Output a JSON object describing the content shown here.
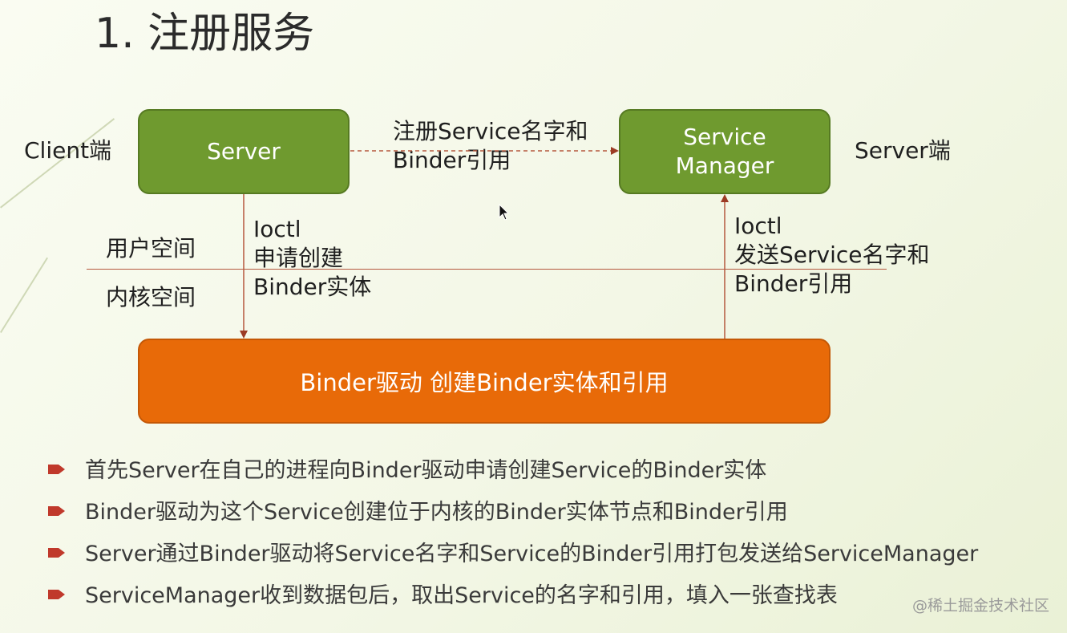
{
  "title": "1. 注册服务",
  "diagram": {
    "client_side_label": "Client端",
    "server_side_label": "Server端",
    "server_box": "Server",
    "service_manager_box": [
      "Service",
      "Manager"
    ],
    "binder_driver_box": "Binder驱动 创建Binder实体和引用",
    "register_arrow_label": [
      "注册Service名字和",
      "Binder引用"
    ],
    "user_space_label": "用户空间",
    "kernel_space_label": "内核空间",
    "left_ioctl_label": [
      "Ioctl",
      "申请创建",
      "Binder实体"
    ],
    "right_ioctl_label": [
      "Ioctl",
      "发送Service名字和",
      "Binder引用"
    ]
  },
  "bullets": [
    "首先Server在自己的进程向Binder驱动申请创建Service的Binder实体",
    "Binder驱动为这个Service创建位于内核的Binder实体节点和Binder引用",
    "Server通过Binder驱动将Service名字和Service的Binder引用打包发送给ServiceManager",
    "ServiceManager收到数据包后，取出Service的名字和引用，填入一张查找表"
  ],
  "watermark": "@稀土掘金技术社区",
  "colors": {
    "green_box": "#6f9a2f",
    "orange_box": "#e86a08",
    "arrow": "#b5583e",
    "bullet": "#c0392b"
  },
  "icons": {
    "bullet": "arrow-bullet-icon",
    "cursor": "mouse-pointer-icon"
  }
}
